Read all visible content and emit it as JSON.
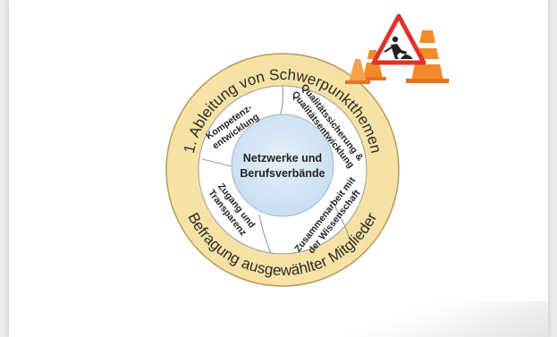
{
  "diagram": {
    "ring_top": "1. Ableitung von Schwerpunktthemen",
    "ring_bottom": "Befragung ausgewählter Mitglieder",
    "segments": [
      {
        "line1": "Kompetenz-",
        "line2": "entwicklung"
      },
      {
        "line1": "Qualitätssicherung &",
        "line2": "Qualitätsentwicklung"
      },
      {
        "line1": "Zusammenarbeit mit",
        "line2": "der Wissenschaft"
      },
      {
        "line1": "Zugang und",
        "line2": "Transparenz"
      }
    ],
    "center": {
      "line1": "Netzwerke und",
      "line2": "Berufsverbände"
    }
  },
  "colors": {
    "ring_fill": "#f6e2a5",
    "ring_stroke": "#b99a57",
    "segment_fill": "#ffffff",
    "center_fill": "#d4e5f4",
    "sign_red": "#e1312b",
    "cone_orange": "#f28a2c"
  },
  "icons": {
    "construction": "roadwork-sign-icon"
  }
}
